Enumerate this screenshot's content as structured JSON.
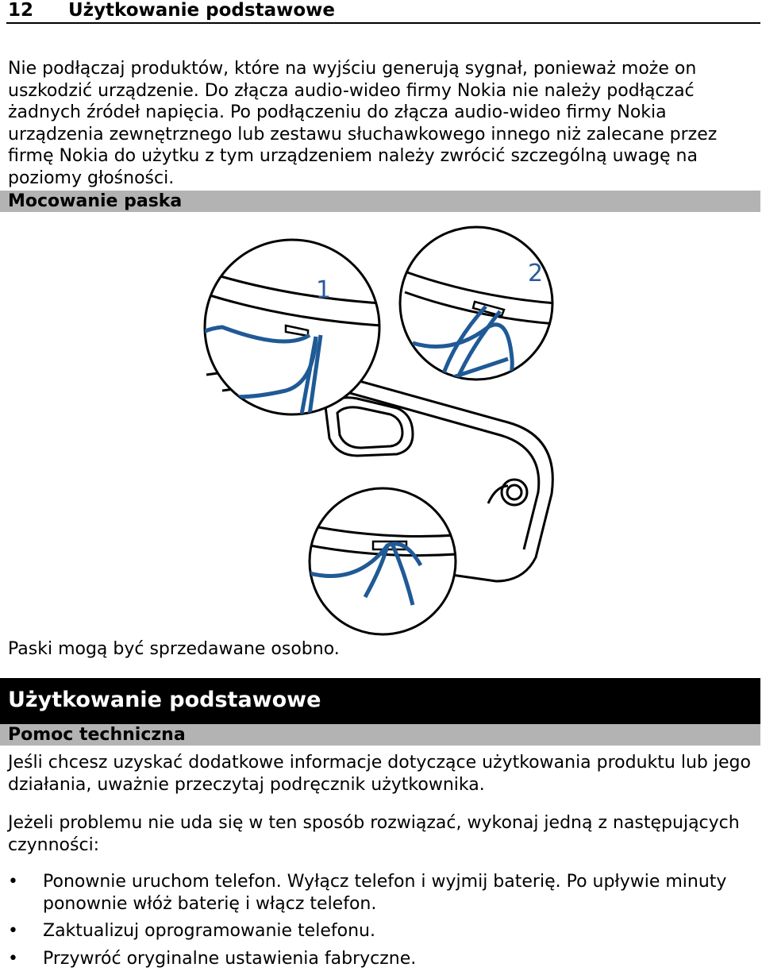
{
  "header": {
    "page_number": "12",
    "title": "Użytkowanie podstawowe"
  },
  "intro_paragraph": "Nie podłączaj produktów, które na wyjściu generują sygnał, ponieważ może on uszkodzić urządzenie. Do złącza audio-wideo firmy Nokia nie należy podłączać żadnych źródeł napięcia. Po podłączeniu do złącza audio-wideo firmy Nokia urządzenia zewnętrznego lub zestawu słuchawkowego innego niż zalecane przez firmę Nokia do użytku z tym urządzeniem należy zwrócić szczególną uwagę na poziomy głośności.",
  "strap_section": {
    "heading": "Mocowanie paska",
    "figure": {
      "step_1": "1",
      "step_2": "2"
    },
    "caption": "Paski mogą być sprzedawane osobno."
  },
  "chapter_title": "Użytkowanie podstawowe",
  "support_section": {
    "heading": "Pomoc techniczna",
    "paragraph_1": "Jeśli chcesz uzyskać dodatkowe informacje dotyczące użytkowania produktu lub jego działania, uważnie przeczytaj podręcznik użytkownika.",
    "paragraph_2": "Jeżeli problemu nie uda się w ten sposób rozwiązać, wykonaj jedną z następujących czynności:",
    "bullets": [
      "Ponownie uruchom telefon. Wyłącz telefon i wyjmij baterię. Po upływie minuty ponownie włóż baterię i włącz telefon.",
      "Zaktualizuj oprogramowanie telefonu.",
      "Przywróć oryginalne ustawienia fabryczne."
    ]
  },
  "colors": {
    "strap_blue": "#1f5a96",
    "accent_number": "#2a5a9a",
    "section_bar": "#b3b3b3"
  }
}
